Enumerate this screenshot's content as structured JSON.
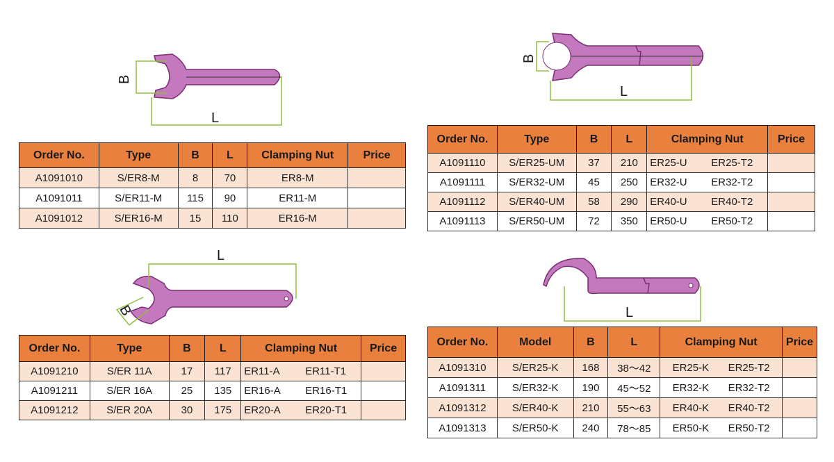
{
  "diagrams": {
    "d1": {
      "b": "B",
      "l": "L"
    },
    "d2": {
      "b": "B",
      "l": "L"
    },
    "d3": {
      "b": "B",
      "l": "L"
    },
    "d4": {
      "l": "L"
    }
  },
  "colors": {
    "header": "#e9803e",
    "row_alt": "#fbe3d3",
    "wrench_fill": "#c478bd",
    "wrench_stroke": "#7a2e72",
    "dim_line": "#8fbf3c"
  },
  "tables": {
    "t1": {
      "headers": [
        "Order No.",
        "Type",
        "B",
        "L",
        "Clamping Nut",
        "Price"
      ],
      "rows": [
        {
          "order": "A1091010",
          "type": "S/ER8-M",
          "b": "8",
          "l": "70",
          "nut": "ER8-M",
          "price": ""
        },
        {
          "order": "A1091011",
          "type": "S/ER11-M",
          "b": "115",
          "l": "90",
          "nut": "ER11-M",
          "price": ""
        },
        {
          "order": "A1091012",
          "type": "S/ER16-M",
          "b": "15",
          "l": "110",
          "nut": "ER16-M",
          "price": ""
        }
      ]
    },
    "t2": {
      "headers": [
        "Order No.",
        "Type",
        "B",
        "L",
        "Clamping Nut",
        "Price"
      ],
      "rows": [
        {
          "order": "A1091110",
          "type": "S/ER25-UM",
          "b": "37",
          "l": "210",
          "nut1": "ER25-U",
          "nut2": "ER25-T2",
          "price": ""
        },
        {
          "order": "A1091111",
          "type": "S/ER32-UM",
          "b": "45",
          "l": "250",
          "nut1": "ER32-U",
          "nut2": "ER32-T2",
          "price": ""
        },
        {
          "order": "A1091112",
          "type": "S/ER40-UM",
          "b": "58",
          "l": "290",
          "nut1": "ER40-U",
          "nut2": "ER40-T2",
          "price": ""
        },
        {
          "order": "A1091113",
          "type": "S/ER50-UM",
          "b": "72",
          "l": "350",
          "nut1": "ER50-U",
          "nut2": "ER50-T2",
          "price": ""
        }
      ]
    },
    "t3": {
      "headers": [
        "Order No.",
        "Type",
        "B",
        "L",
        "Clamping Nut",
        "Price"
      ],
      "rows": [
        {
          "order": "A1091210",
          "type": "S/ER 11A",
          "b": "17",
          "l": "117",
          "nut1": "ER11-A",
          "nut2": "ER11-T1",
          "price": ""
        },
        {
          "order": "A1091211",
          "type": "S/ER 16A",
          "b": "25",
          "l": "135",
          "nut1": "ER16-A",
          "nut2": "ER16-T1",
          "price": ""
        },
        {
          "order": "A1091212",
          "type": "S/ER 20A",
          "b": "30",
          "l": "175",
          "nut1": "ER20-A",
          "nut2": "ER20-T1",
          "price": ""
        }
      ]
    },
    "t4": {
      "headers": [
        "Order No.",
        "Model",
        "B",
        "L",
        "Clamping Nut",
        "Price"
      ],
      "rows": [
        {
          "order": "A1091310",
          "type": "S/ER25-K",
          "b": "168",
          "l": "38～42",
          "nut1": "ER25-K",
          "nut2": "ER25-T2",
          "price": ""
        },
        {
          "order": "A1091311",
          "type": "S/ER32-K",
          "b": "190",
          "l": "45～52",
          "nut1": "ER32-K",
          "nut2": "ER32-T2",
          "price": ""
        },
        {
          "order": "A1091312",
          "type": "S/ER40-K",
          "b": "210",
          "l": "55～63",
          "nut1": "ER40-K",
          "nut2": "ER40-T2",
          "price": ""
        },
        {
          "order": "A1091313",
          "type": "S/ER50-K",
          "b": "240",
          "l": "78～85",
          "nut1": "ER50-K",
          "nut2": "ER50-T2",
          "price": ""
        }
      ]
    }
  }
}
